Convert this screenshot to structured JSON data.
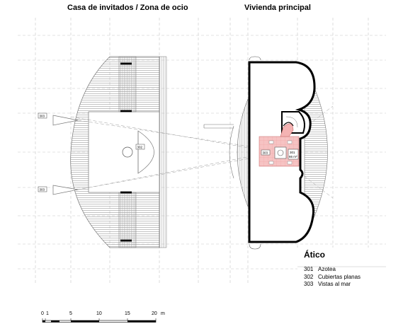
{
  "titles": {
    "left": "Casa de invitados / Zona de ocio",
    "right": "Vivienda principal"
  },
  "legend": {
    "title": "Ático",
    "items": [
      {
        "num": "301",
        "label": "Azotea"
      },
      {
        "num": "302",
        "label": "Cubiertas planas"
      },
      {
        "num": "303",
        "label": "Vistas al mar"
      }
    ]
  },
  "tags": {
    "t303a": "303",
    "t303b": "303",
    "t302": "302",
    "t303c": "303",
    "t301": "301",
    "area": "66 m²"
  },
  "scale": {
    "labels": [
      "0",
      "1",
      "5",
      "10",
      "15",
      "20",
      "m"
    ]
  },
  "colors": {
    "highlight": "#f4b8b8",
    "hatch": "#888888",
    "wall": "#000000",
    "grid": "#bdbdbd"
  }
}
